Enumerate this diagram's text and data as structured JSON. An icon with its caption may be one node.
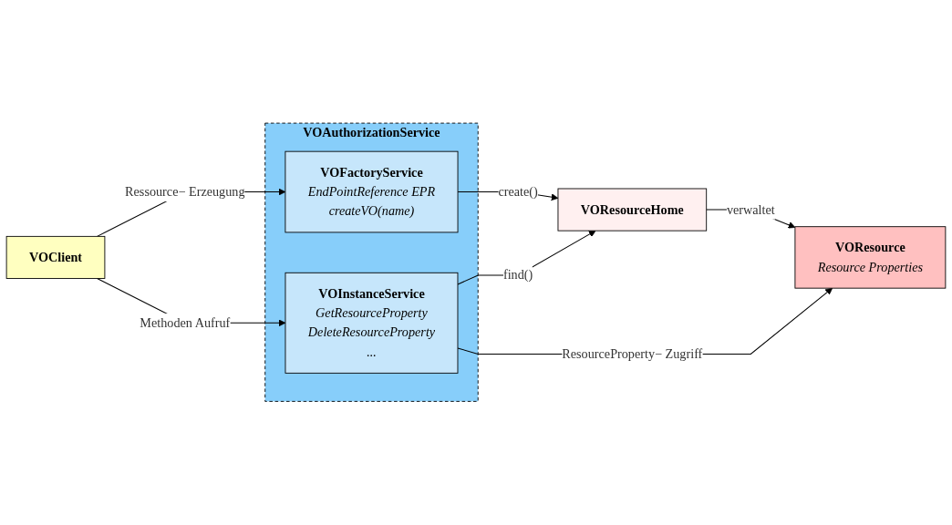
{
  "diagram": {
    "nodes": [
      {
        "text": [
          "VOAuthorizationService"
        ]
      },
      {
        "text": [
          "VOFactoryService",
          "EndPointReference EPR",
          "createVO(name)"
        ],
        "in": 0
      },
      {
        "text": [
          "VOInstanceService",
          "GetResourceProperty",
          "DeleteResourceProperty",
          "..."
        ],
        "in": 0
      },
      {
        "text": [
          "VOClient"
        ]
      },
      {
        "text": [
          "VOResourceHome"
        ]
      },
      {
        "text": [
          "VOResource",
          "Resource Properties"
        ]
      }
    ],
    "edges": [
      {
        "from": 3,
        "to": 1,
        "arrow": "to",
        "label": "Ressource− Erzeugung"
      },
      {
        "from": 3,
        "to": 2,
        "arrow": "to",
        "label": "Methoden Aufruf"
      },
      {
        "from": 1,
        "to": 4,
        "arrow": "to",
        "label": "create()"
      },
      {
        "from": 2,
        "to": 4,
        "arrow": "to",
        "label": "find()"
      },
      {
        "from": 4,
        "to": 5,
        "arrow": "to",
        "label": "verwaltet"
      },
      {
        "from": 2,
        "to": 5,
        "arrow": "to",
        "label": "ResourceProperty− Zugriff"
      }
    ]
  }
}
